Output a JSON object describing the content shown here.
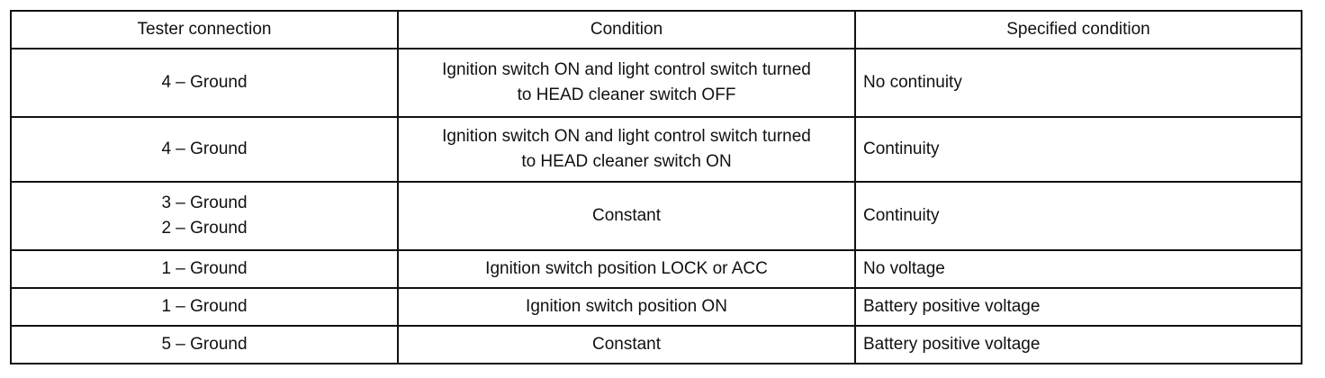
{
  "table": {
    "headers": [
      "Tester connection",
      "Condition",
      "Specified condition"
    ],
    "rows": [
      {
        "tester": [
          "4 – Ground"
        ],
        "condition": [
          "Ignition switch ON and light control switch turned",
          "to HEAD cleaner switch OFF"
        ],
        "specified": "No continuity"
      },
      {
        "tester": [
          "4 – Ground"
        ],
        "condition": [
          "Ignition switch ON and light control switch turned",
          "to HEAD cleaner switch ON"
        ],
        "specified": "Continuity"
      },
      {
        "tester": [
          "3 – Ground",
          "2 – Ground"
        ],
        "condition": [
          "Constant"
        ],
        "specified": "Continuity"
      },
      {
        "tester": [
          "1 – Ground"
        ],
        "condition": [
          "Ignition switch position LOCK or ACC"
        ],
        "specified": "No voltage"
      },
      {
        "tester": [
          "1 – Ground"
        ],
        "condition": [
          "Ignition switch position ON"
        ],
        "specified": "Battery positive voltage"
      },
      {
        "tester": [
          "5 – Ground"
        ],
        "condition": [
          "Constant"
        ],
        "specified": "Battery positive voltage"
      }
    ]
  }
}
